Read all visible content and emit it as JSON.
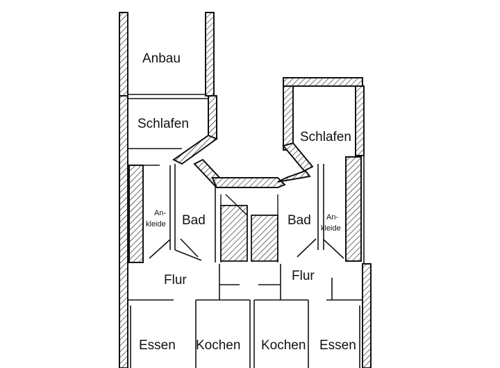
{
  "rooms": {
    "anbau": "Anbau",
    "schlafen_left": "Schlafen",
    "schlafen_right": "Schlafen",
    "ankleide_left_1": "An-",
    "ankleide_left_2": "kleide",
    "ankleide_right_1": "An-",
    "ankleide_right_2": "kleide",
    "bad_left": "Bad",
    "bad_right": "Bad",
    "flur_left": "Flur",
    "flur_right": "Flur",
    "essen_left": "Essen",
    "kochen_left": "Kochen",
    "kochen_right": "Kochen",
    "essen_right": "Essen"
  }
}
